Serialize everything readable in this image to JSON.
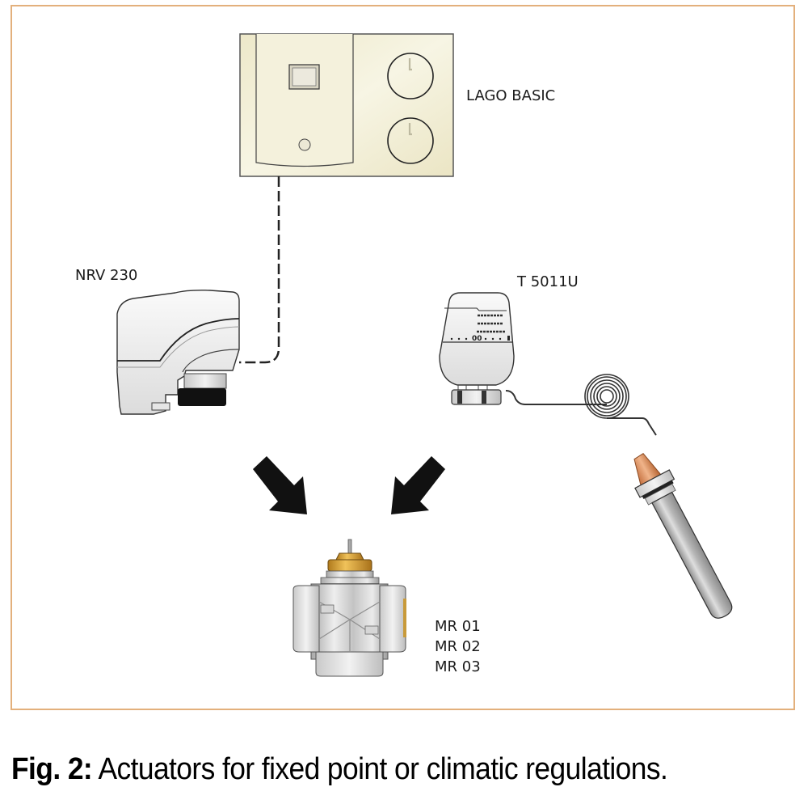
{
  "figure": {
    "caption_prefix": "Fig. 2:",
    "caption_text": " Actuators for fixed point or climatic regulations.",
    "frame_color": "#e3b07c"
  },
  "components": {
    "controller": {
      "label": "LAGO BASIC",
      "color": "#f3efd6"
    },
    "motor_actuator": {
      "label": "NRV 230"
    },
    "thermostatic_head": {
      "label": "T 5011U"
    },
    "mixing_valve": {
      "labels": [
        "MR 01",
        "MR 02",
        "MR 03"
      ],
      "brass_color": "#d9a23a"
    },
    "immersion_sensor": {
      "tip_color": "#d9895a"
    }
  },
  "connections": [
    {
      "from": "LAGO BASIC",
      "to": "NRV 230",
      "style": "dashed"
    },
    {
      "from": "T 5011U",
      "to": "sensor",
      "style": "capillary"
    }
  ],
  "arrows": [
    {
      "from": "NRV 230",
      "to": "MR valve"
    },
    {
      "from": "T 5011U",
      "to": "MR valve"
    }
  ]
}
